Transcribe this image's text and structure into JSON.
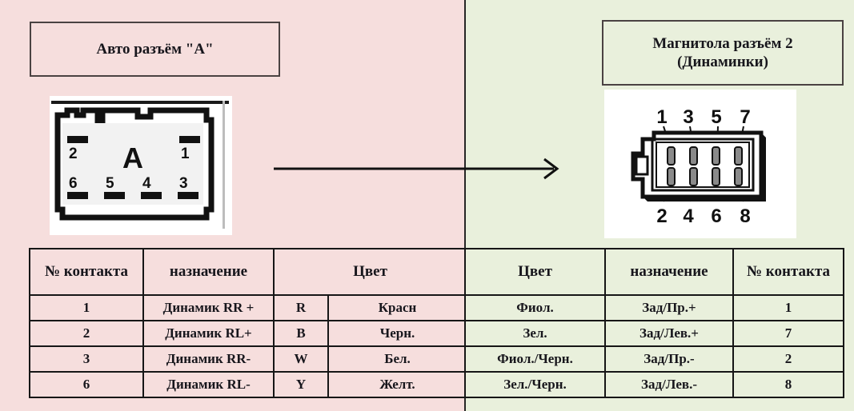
{
  "theme": {
    "left_bg": "#f6dedd",
    "right_bg": "#e9f0dc",
    "line": "#161616",
    "text": "#17161c",
    "panel_bg": "#ffffff"
  },
  "left_side": {
    "title": "Авто разъём \"A\"",
    "connector": {
      "label": "A",
      "top_pins": [
        "2",
        "1"
      ],
      "bottom_pins": [
        "6",
        "5",
        "4",
        "3"
      ]
    },
    "table": {
      "headers": [
        "№ контакта",
        "назначение",
        "Цвет"
      ],
      "rows": [
        {
          "pin": "1",
          "purpose": "Динамик RR +",
          "code": "R",
          "color": "Красн"
        },
        {
          "pin": "2",
          "purpose": "Динамик RL+",
          "code": "B",
          "color": "Черн."
        },
        {
          "pin": "3",
          "purpose": "Динамик RR-",
          "code": "W",
          "color": "Бел."
        },
        {
          "pin": "6",
          "purpose": "Динамик RL-",
          "code": "Y",
          "color": "Желт."
        }
      ]
    }
  },
  "right_side": {
    "title_line1": "Магнитола разъём 2",
    "title_line2": "(Динаминки)",
    "connector": {
      "top_pins": [
        "1",
        "3",
        "5",
        "7"
      ],
      "bottom_pins": [
        "2",
        "4",
        "6",
        "8"
      ]
    },
    "table": {
      "headers": [
        "Цвет",
        "назначение",
        "№ контакта"
      ],
      "rows": [
        {
          "color": "Фиол.",
          "purpose": "Зад/Пр.+",
          "pin": "1"
        },
        {
          "color": "Зел.",
          "purpose": "Зад/Лев.+",
          "pin": "7"
        },
        {
          "color": "Фиол./Черн.",
          "purpose": "Зад/Пр.-",
          "pin": "2"
        },
        {
          "color": "Зел./Черн.",
          "purpose": "Зад/Лев.-",
          "pin": "8"
        }
      ]
    }
  },
  "arrow": {
    "direction": "left-to-right"
  }
}
